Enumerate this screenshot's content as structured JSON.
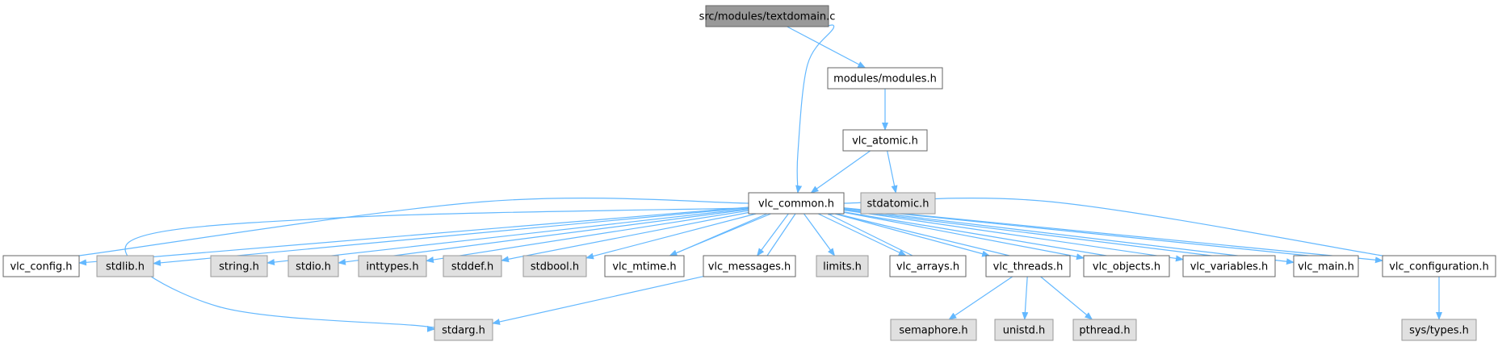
{
  "colors": {
    "edge": "#63b8ff",
    "root_fill": "#999999",
    "root_stroke": "#666666",
    "local_fill": "#ffffff",
    "local_stroke": "#666666",
    "system_fill": "#e0e0e0",
    "system_stroke": "#999999"
  },
  "nodes": [
    {
      "id": "root",
      "label": "src/modules/textdomain.c",
      "kind": "root"
    },
    {
      "id": "modules",
      "label": "modules/modules.h",
      "kind": "local"
    },
    {
      "id": "atomic",
      "label": "vlc_atomic.h",
      "kind": "local"
    },
    {
      "id": "stdatomic",
      "label": "stdatomic.h",
      "kind": "system"
    },
    {
      "id": "common",
      "label": "vlc_common.h",
      "kind": "local"
    },
    {
      "id": "config",
      "label": "vlc_config.h",
      "kind": "local"
    },
    {
      "id": "stdlib",
      "label": "stdlib.h",
      "kind": "system"
    },
    {
      "id": "string",
      "label": "string.h",
      "kind": "system"
    },
    {
      "id": "stdio",
      "label": "stdio.h",
      "kind": "system"
    },
    {
      "id": "inttypes",
      "label": "inttypes.h",
      "kind": "system"
    },
    {
      "id": "stddef",
      "label": "stddef.h",
      "kind": "system"
    },
    {
      "id": "stdbool",
      "label": "stdbool.h",
      "kind": "system"
    },
    {
      "id": "mtime",
      "label": "vlc_mtime.h",
      "kind": "local"
    },
    {
      "id": "messages",
      "label": "vlc_messages.h",
      "kind": "local"
    },
    {
      "id": "limits",
      "label": "limits.h",
      "kind": "system"
    },
    {
      "id": "arrays",
      "label": "vlc_arrays.h",
      "kind": "local"
    },
    {
      "id": "threads",
      "label": "vlc_threads.h",
      "kind": "local"
    },
    {
      "id": "objects",
      "label": "vlc_objects.h",
      "kind": "local"
    },
    {
      "id": "variables",
      "label": "vlc_variables.h",
      "kind": "local"
    },
    {
      "id": "main",
      "label": "vlc_main.h",
      "kind": "local"
    },
    {
      "id": "configuration",
      "label": "vlc_configuration.h",
      "kind": "local"
    },
    {
      "id": "stdarg",
      "label": "stdarg.h",
      "kind": "system"
    },
    {
      "id": "semaphore",
      "label": "semaphore.h",
      "kind": "system"
    },
    {
      "id": "unistd",
      "label": "unistd.h",
      "kind": "system"
    },
    {
      "id": "pthread",
      "label": "pthread.h",
      "kind": "system"
    },
    {
      "id": "systypes",
      "label": "sys/types.h",
      "kind": "system"
    }
  ],
  "edges": [
    [
      "root",
      "common"
    ],
    [
      "root",
      "modules"
    ],
    [
      "modules",
      "atomic"
    ],
    [
      "atomic",
      "common"
    ],
    [
      "atomic",
      "stdatomic"
    ],
    [
      "common",
      "config"
    ],
    [
      "common",
      "stdlib"
    ],
    [
      "common",
      "string"
    ],
    [
      "common",
      "stdio"
    ],
    [
      "common",
      "inttypes"
    ],
    [
      "common",
      "stddef"
    ],
    [
      "common",
      "stdbool"
    ],
    [
      "common",
      "mtime"
    ],
    [
      "common",
      "messages"
    ],
    [
      "common",
      "limits"
    ],
    [
      "common",
      "arrays"
    ],
    [
      "common",
      "threads"
    ],
    [
      "common",
      "objects"
    ],
    [
      "common",
      "variables"
    ],
    [
      "common",
      "main"
    ],
    [
      "common",
      "configuration"
    ],
    [
      "common",
      "stdarg"
    ],
    [
      "config",
      "common"
    ],
    [
      "mtime",
      "common"
    ],
    [
      "messages",
      "common"
    ],
    [
      "arrays",
      "common"
    ],
    [
      "threads",
      "common"
    ],
    [
      "objects",
      "common"
    ],
    [
      "variables",
      "common"
    ],
    [
      "main",
      "common"
    ],
    [
      "configuration",
      "common"
    ],
    [
      "messages",
      "stdarg"
    ],
    [
      "threads",
      "semaphore"
    ],
    [
      "threads",
      "unistd"
    ],
    [
      "threads",
      "pthread"
    ],
    [
      "configuration",
      "systypes"
    ]
  ]
}
